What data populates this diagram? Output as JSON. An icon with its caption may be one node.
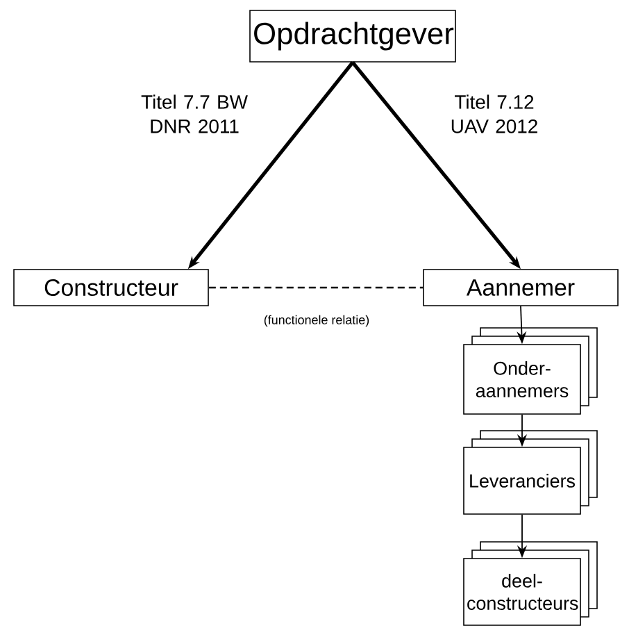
{
  "diagram": {
    "nodes": [
      {
        "text": [
          "Opdrachtgever"
        ]
      },
      {
        "text": [
          "Constructeur"
        ]
      },
      {
        "text": [
          "Aannemer"
        ]
      },
      {
        "text": [
          "Onder-aannemers"
        ]
      },
      {
        "text": [
          "Leveranciers"
        ]
      },
      {
        "text": [
          "deel-constructeurs"
        ]
      }
    ],
    "edges": [
      {
        "from": 0,
        "to": 1,
        "arrow": "to",
        "label": "Titel 7.7 BW DNR 2011",
        "style": "thick"
      },
      {
        "from": 0,
        "to": 2,
        "arrow": "to",
        "label": "Titel 7.12 UAV 2012",
        "style": "thick"
      },
      {
        "from": 1,
        "to": 2,
        "arrow": "none",
        "label": "(functionele relatie)",
        "style": "dashed"
      },
      {
        "from": 2,
        "to": 3,
        "arrow": "to"
      },
      {
        "from": 3,
        "to": 4,
        "arrow": "to"
      },
      {
        "from": 4,
        "to": 5,
        "arrow": "to"
      }
    ]
  }
}
